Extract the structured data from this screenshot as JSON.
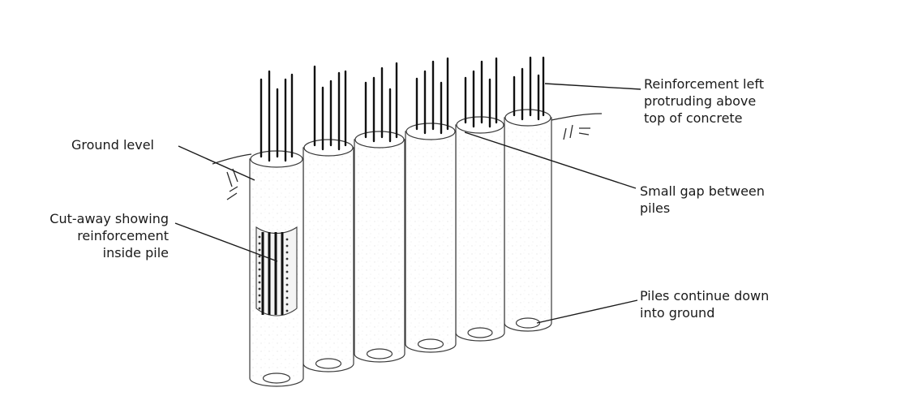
{
  "labels": {
    "ground_level": "Ground level",
    "cutaway": [
      "Cut-away showing",
      "reinforcement",
      "inside pile"
    ],
    "reinforcement": [
      "Reinforcement left",
      "protruding above",
      "top of concrete"
    ],
    "gap": [
      "Small gap between",
      "piles"
    ],
    "piles_continue": [
      "Piles continue down",
      "into ground"
    ]
  },
  "colors": {
    "ink": "#1a1a1a",
    "pile_outline": "#3a3a3a",
    "background": "#ffffff"
  }
}
